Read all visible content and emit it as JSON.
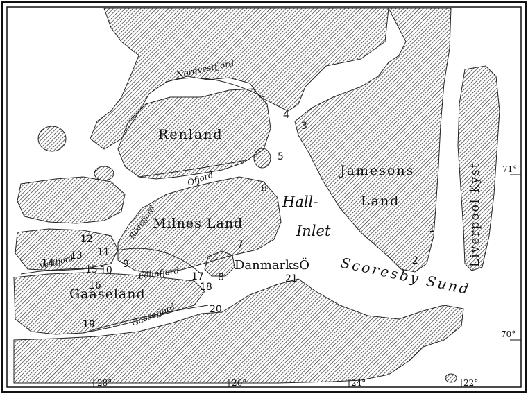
{
  "place_names": {
    "renland": "Renland",
    "jamesons_land": [
      "Jamesons",
      "Land"
    ],
    "liverpool_kyst": "Liverpool Kyst",
    "hall_inlet": [
      "Hall-",
      "Inlet"
    ],
    "milnes_land": "Milnes Land",
    "danmarks_o": "DanmarksÖ",
    "scoresby_sund": "Scoresby Sund",
    "gaaseland": "Gaaseland",
    "nordvestfjord": "Nordvestfjord",
    "oefjord": "Öfjord",
    "rodefjord": "Rödefjord",
    "fohnfjord": "Föhnfjord",
    "gaasefjord": "Gaasefjord",
    "vestfjord": "Vestfjord"
  },
  "site_numbers": [
    "1",
    "2",
    "3",
    "4",
    "5",
    "6",
    "7",
    "8",
    "9",
    "10",
    "11",
    "12",
    "13",
    "14",
    "15",
    "16",
    "17",
    "18",
    "19",
    "20",
    "21"
  ],
  "longitude_labels": [
    "28°",
    "26°",
    "24°",
    "22°"
  ],
  "latitude_labels": [
    "71°",
    "70°"
  ]
}
